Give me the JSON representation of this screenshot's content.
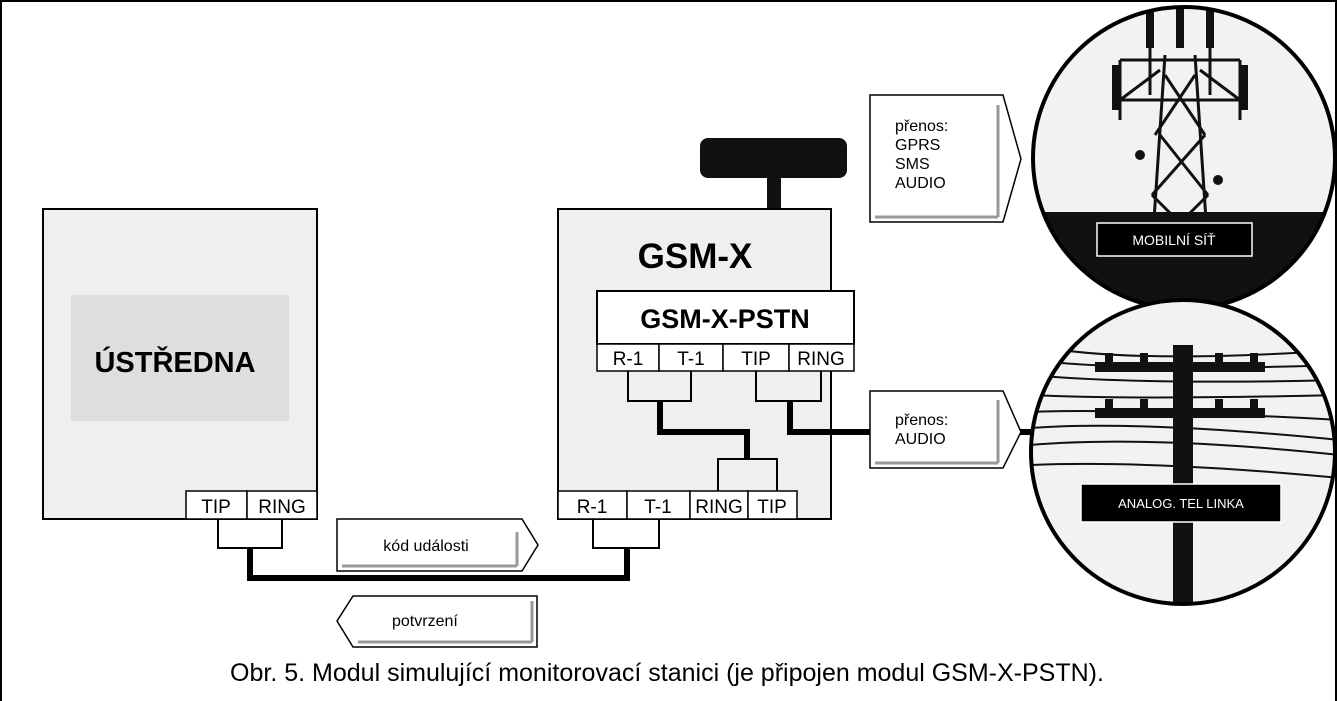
{
  "central_unit": {
    "name": "ÚSTŘEDNA",
    "terminals": [
      "TIP",
      "RING"
    ]
  },
  "module": {
    "name": "GSM-X",
    "terminals": [
      "R-1",
      "T-1",
      "RING",
      "TIP"
    ]
  },
  "expansion": {
    "name": "GSM-X-PSTN",
    "terminals": [
      "R-1",
      "T-1",
      "TIP",
      "RING"
    ]
  },
  "arrows": {
    "event_code": "kód události",
    "acknowledgement": "potvrzení"
  },
  "mobile_transfer": {
    "heading": "přenos:",
    "items": [
      "GPRS",
      "SMS",
      "AUDIO"
    ]
  },
  "line_transfer": {
    "heading": "přenos:",
    "items": [
      "AUDIO"
    ]
  },
  "mobile_network_label": "MOBILNÍ SÍŤ",
  "phone_line_label": "ANALOG. TEL LINKA",
  "caption": "Obr. 5. Modul simulující monitorovací stanici (je připojen modul GSM-X-PSTN)."
}
